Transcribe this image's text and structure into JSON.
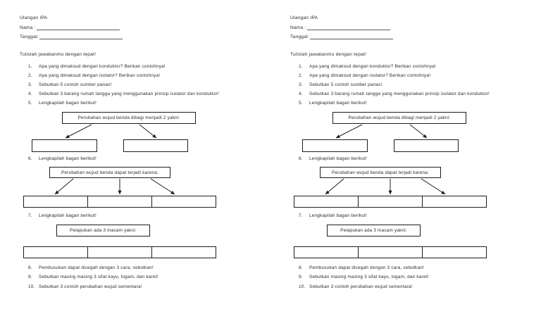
{
  "document": {
    "title": "Ulangan IPA",
    "fields": [
      {
        "label": "Nama :"
      },
      {
        "label": "Tanggal:"
      }
    ],
    "instruction": "Tulislah jawabanmu dengan tepat!",
    "questions_top": [
      {
        "num": "1.",
        "text": "Apa yang dimaksud dengan konduktor? Berikan contohnya!"
      },
      {
        "num": "2.",
        "text": "Apa yang dimaksud dengan isolator? Berikan contohnya!"
      },
      {
        "num": "3.",
        "text": "Sebutkan 5 contoh sumber panas!"
      },
      {
        "num": "4.",
        "text": "Sebutkan 3 barang rumah tangga yang menggunakan prinsip isolator dan konduktor!"
      },
      {
        "num": "5.",
        "text": "Lengkapilah bagan berikut!"
      }
    ],
    "prompt_6": {
      "num": "6.",
      "text": "Lengkapilah bagan berikut!"
    },
    "prompt_7": {
      "num": "7.",
      "text": "Lengkapilah bagan berikut!"
    },
    "questions_bottom": [
      {
        "num": "8.",
        "text": "Pembusukan dapat dicegah dengan 3 cara, sebutkan!"
      },
      {
        "num": "9.",
        "text": "Sebutkan masing masing 3 sifat kayu, logam, dan karet!"
      },
      {
        "num": "10.",
        "text": "Sebutkan 3 contoh perubahan wujud sementara!"
      }
    ],
    "diagrams": [
      {
        "name": "perubahan-wujud-dibagi",
        "head": "Perubahan wujud benda dibagi menjadi 2 yakni:",
        "branch_count": 2,
        "answers": [
          "",
          ""
        ]
      },
      {
        "name": "perubahan-wujud-terjadi-karena",
        "head": "Perubahan wujud benda dapat terjadi karena:",
        "branch_count": 3,
        "answers": [
          "",
          "",
          ""
        ]
      },
      {
        "name": "pelapukan-macam",
        "head": "Pelapukan ada 3 macam yakni:",
        "branch_count": 0,
        "answers": [
          "",
          "",
          ""
        ]
      }
    ]
  },
  "colors": {
    "paper": "#ffffff",
    "ink": "#2b2b2b",
    "rule": "#1d1d1d"
  }
}
